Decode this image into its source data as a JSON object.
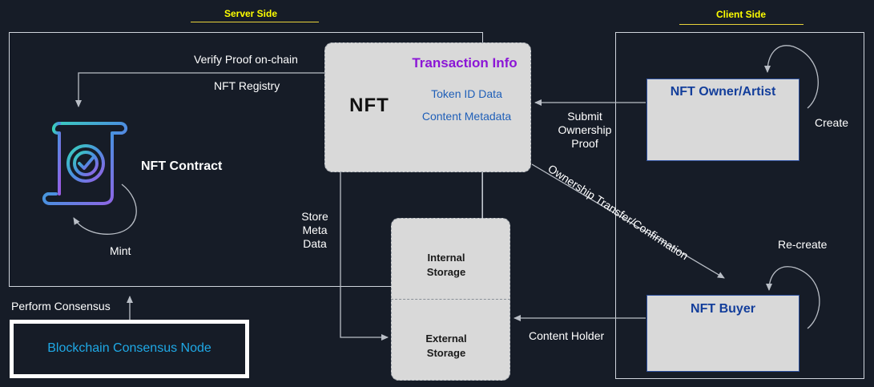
{
  "sides": {
    "server": "Server Side",
    "client": "Client Side"
  },
  "transaction": {
    "title": "Transaction Info",
    "badge": "NFT",
    "items": [
      "Token ID Data",
      "Content Metadata"
    ]
  },
  "contract": {
    "label": "NFT Contract"
  },
  "storage": {
    "internal": [
      "Internal",
      "Storage"
    ],
    "external": [
      "External",
      "Storage"
    ]
  },
  "consensus_node": {
    "label": "Blockchain Consensus Node"
  },
  "owner": {
    "title": "NFT Owner/Artist"
  },
  "buyer": {
    "title": "NFT Buyer"
  },
  "edges": {
    "verify": "Verify Proof on-chain",
    "registry": "NFT Registry",
    "submit": [
      "Submit",
      "Ownership",
      "Proof"
    ],
    "store": [
      "Store",
      "Meta",
      "Data"
    ],
    "mint": "Mint",
    "create": "Create",
    "recreate": "Re-create",
    "transfer": "Ownership Transfer/Confirmation",
    "holder": "Content Holder",
    "consensus": "Perform Consensus"
  },
  "colors": {
    "background": "#161c27",
    "transaction_title": "#8b16d6",
    "transaction_items": "#1f5fb8",
    "client_title": "#133e9b",
    "node_label": "#1fa9e6",
    "side_title": "#ffff00",
    "contract_gradient": [
      "#37d4b8",
      "#4b8fe0",
      "#9b5de5"
    ]
  },
  "icons": [
    "nft-hexagon-icon",
    "contract-scroll-icon",
    "person-icon",
    "buyer-person-icon",
    "storage-cube-icon",
    "cycle-arrow-icon"
  ]
}
